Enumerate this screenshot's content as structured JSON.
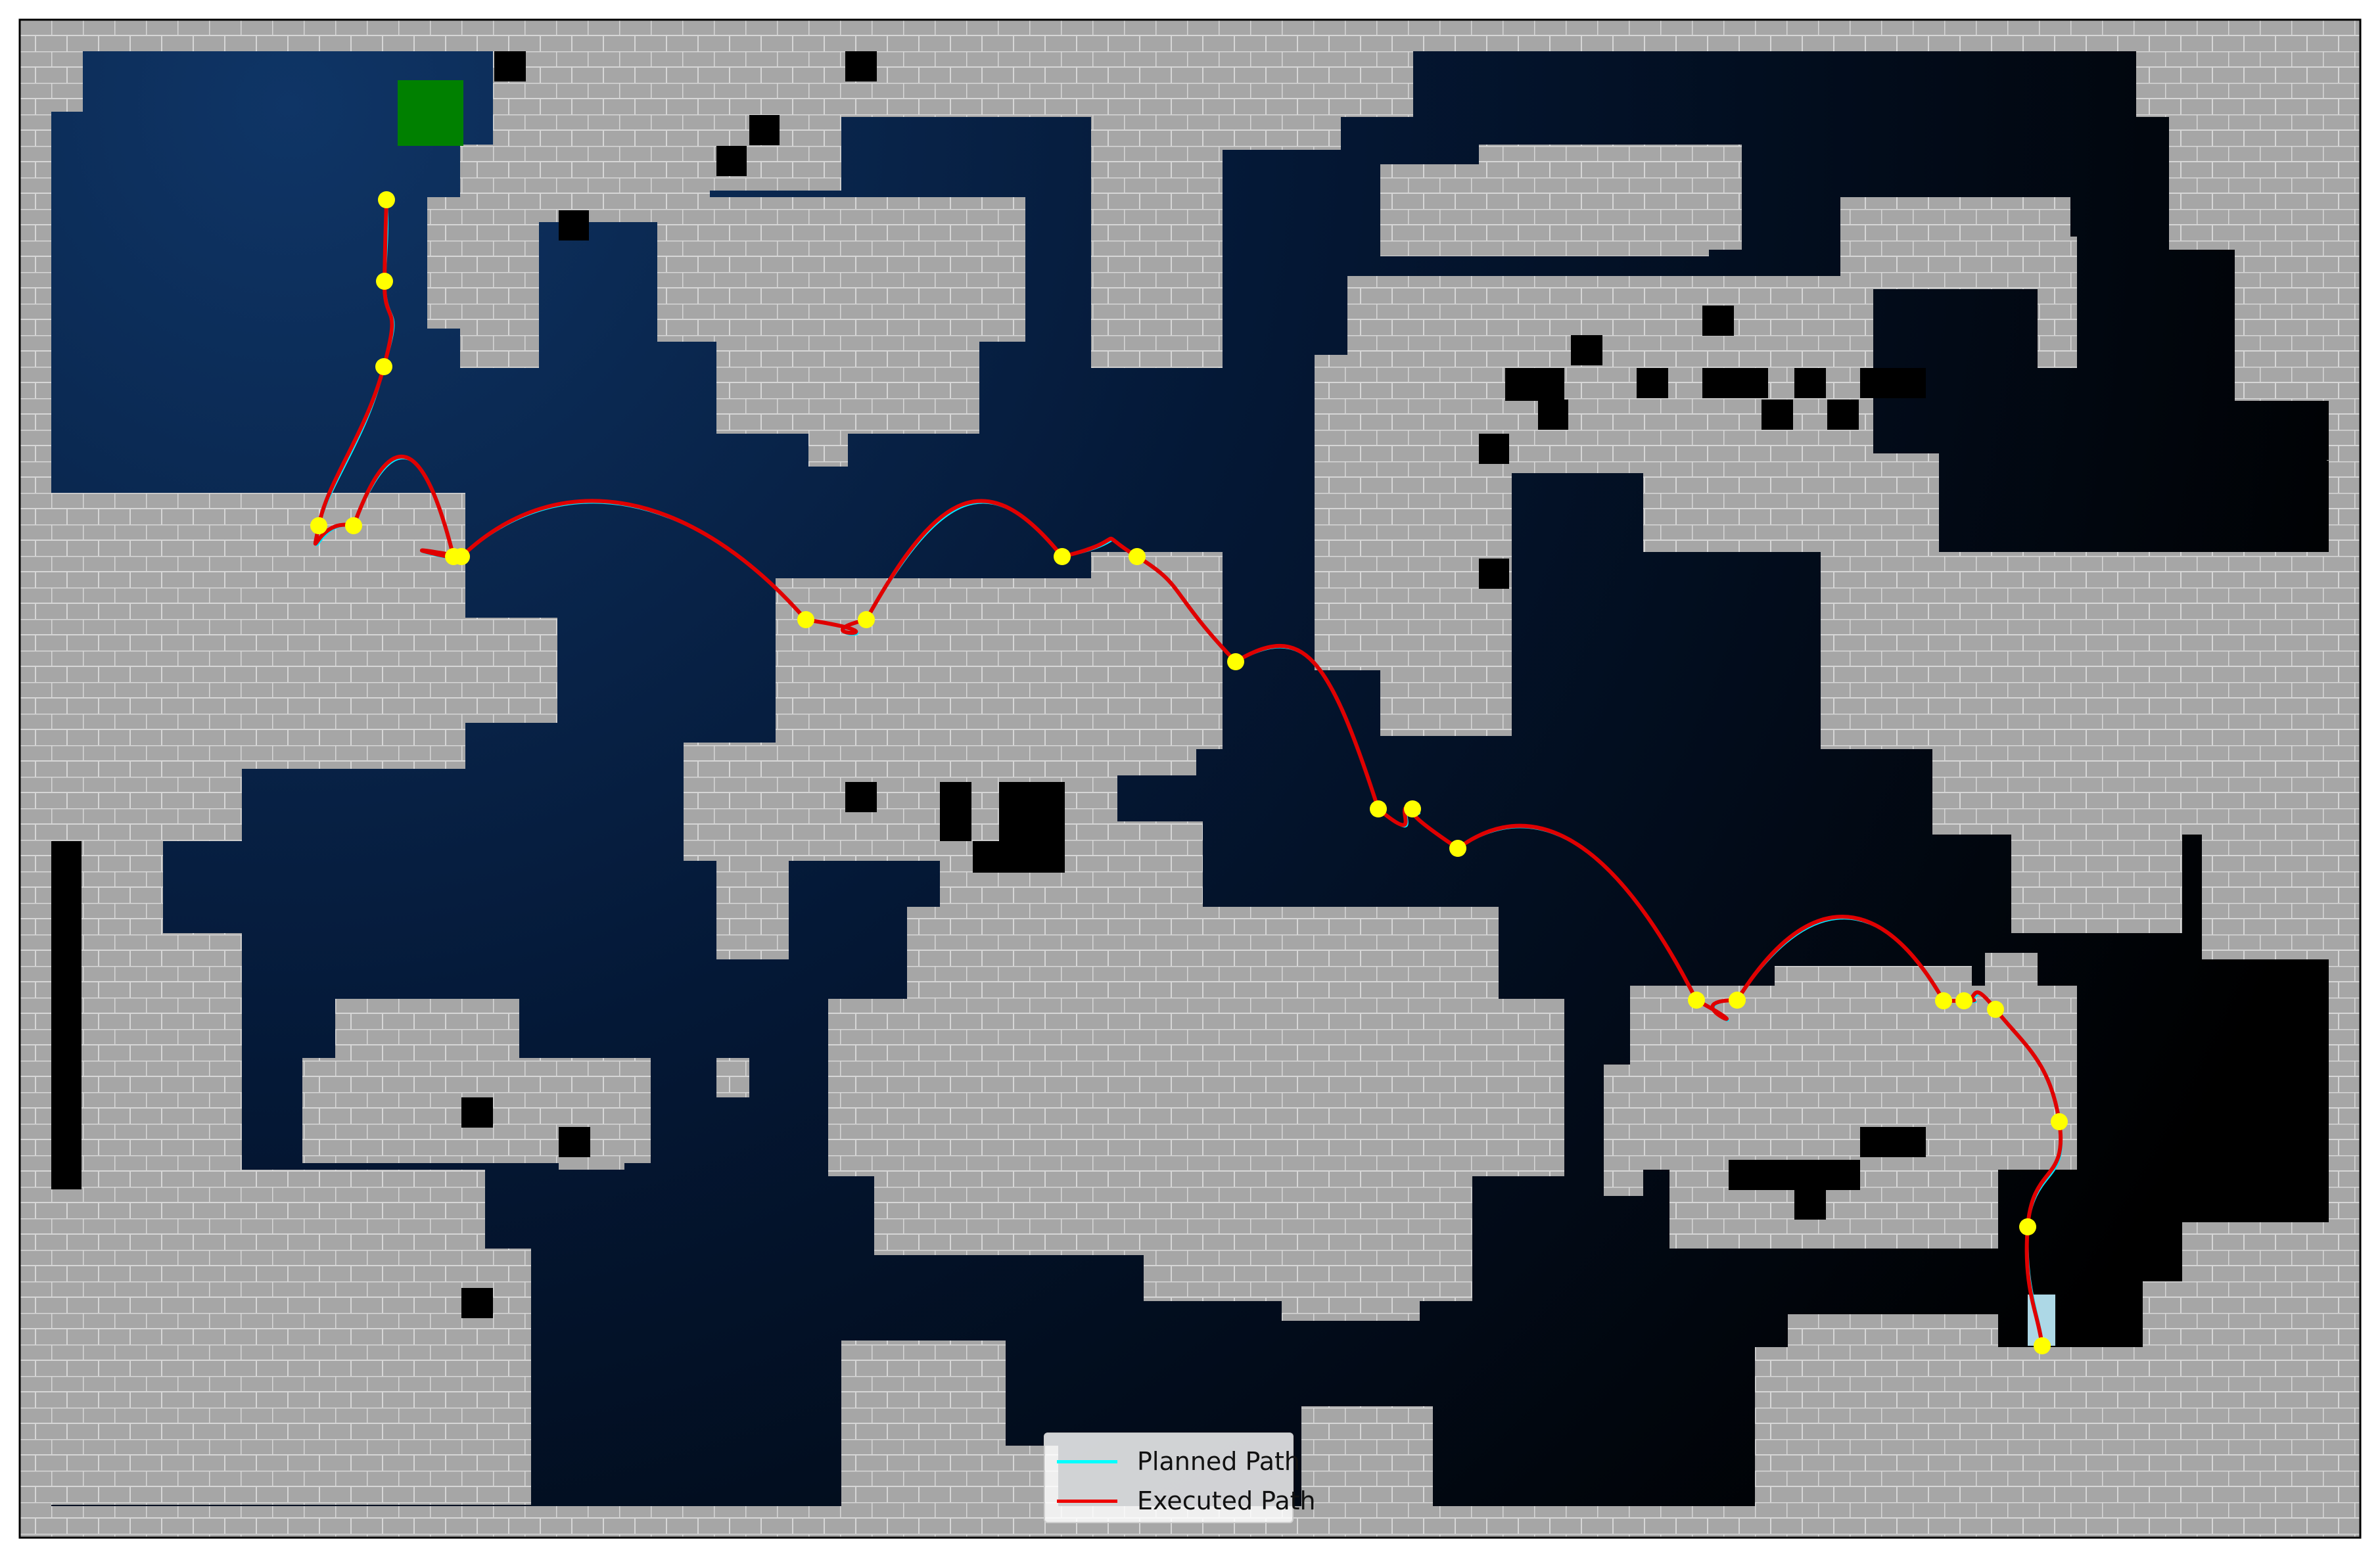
{
  "colors": {
    "obstacle": "#a6a6a6",
    "obstacle_edge": "#d6d6d6",
    "void": "#000000",
    "goal": "#008000",
    "start": "#add8e6",
    "waypoint": "#ffff00",
    "planned": "#00ffff",
    "executed": "#ee0000",
    "bg_light": "#0f3060",
    "bg_dark": "#000000"
  },
  "legend": {
    "planned_label": "Planned Path",
    "executed_label": "Executed Path"
  },
  "map": {
    "start_marker": "light-blue start cell",
    "goal_marker": "green goal cell"
  },
  "waypoints": [
    [
      3107,
      2048
    ],
    [
      3085,
      1867
    ],
    [
      3133,
      1707
    ],
    [
      3036,
      1536
    ],
    [
      2988,
      1523
    ],
    [
      2957,
      1523
    ],
    [
      2643,
      1522
    ],
    [
      2581,
      1522
    ],
    [
      2218,
      1291
    ],
    [
      2149,
      1231
    ],
    [
      2097,
      1231
    ],
    [
      1880,
      1007
    ],
    [
      1730,
      847
    ],
    [
      1616,
      847
    ],
    [
      1318,
      943
    ],
    [
      1226,
      943
    ],
    [
      702,
      847
    ],
    [
      690,
      847
    ],
    [
      538,
      800
    ],
    [
      485,
      800
    ],
    [
      584,
      558
    ],
    [
      585,
      428
    ],
    [
      588,
      304
    ]
  ]
}
